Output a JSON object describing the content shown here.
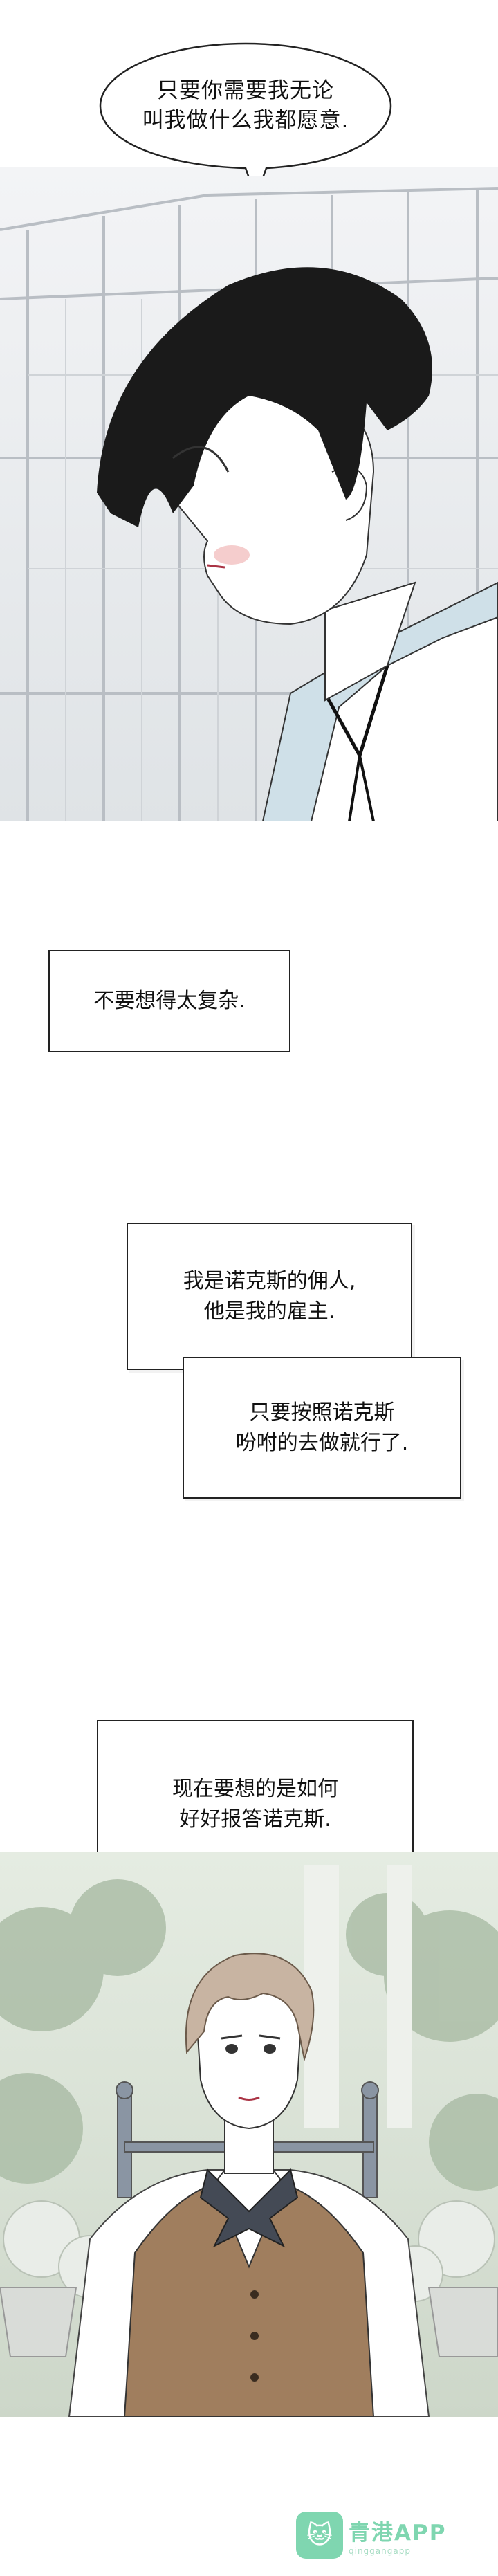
{
  "panel1": {
    "speech_bubble": "只要你需要我无论\n叫我做什么我都愿意."
  },
  "captions": {
    "c1": "不要想得太复杂.",
    "c2": "我是诺克斯的佣人,\n他是我的雇主.",
    "c3": "只要按照诺克斯\n吩咐的去做就行了.",
    "c4": "现在要想的是如何\n好好报答诺克斯."
  },
  "watermark": {
    "title": "青港APP",
    "subtitle": "qinggangapp"
  },
  "colors": {
    "background": "#ffffff",
    "line": "#222222",
    "watermark": "#7fd6b0",
    "hair_dark": "#1a1a1a",
    "vest": "#a07e5e"
  }
}
